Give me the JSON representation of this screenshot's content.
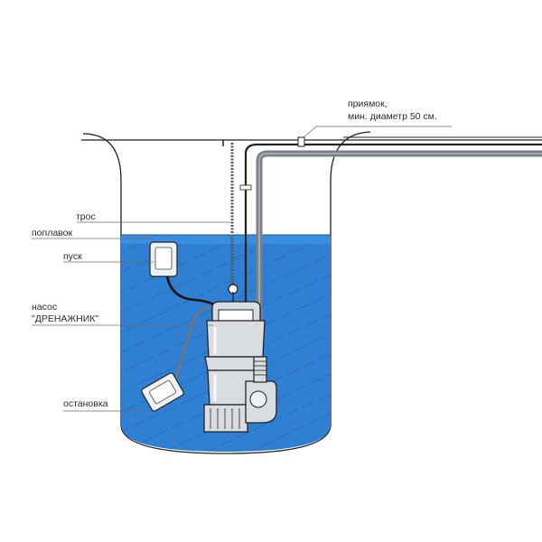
{
  "labels": {
    "pit_line1": "приямок,",
    "pit_line2": "мин. диаметр 50 см.",
    "cable": "трос",
    "float": "поплавок",
    "start": "пуск",
    "pump_line1": "насос",
    "pump_line2": "\"ДРЕНАЖНИК\"",
    "stop": "остановка"
  },
  "colors": {
    "water": "#2f7fd3",
    "water_top": "#3a8ee0",
    "outline": "#222222",
    "pipe": "#7b7f86",
    "pump_body": "#d9dde2",
    "float_body": "#eef1f4",
    "leader": "#6a6a6a"
  }
}
